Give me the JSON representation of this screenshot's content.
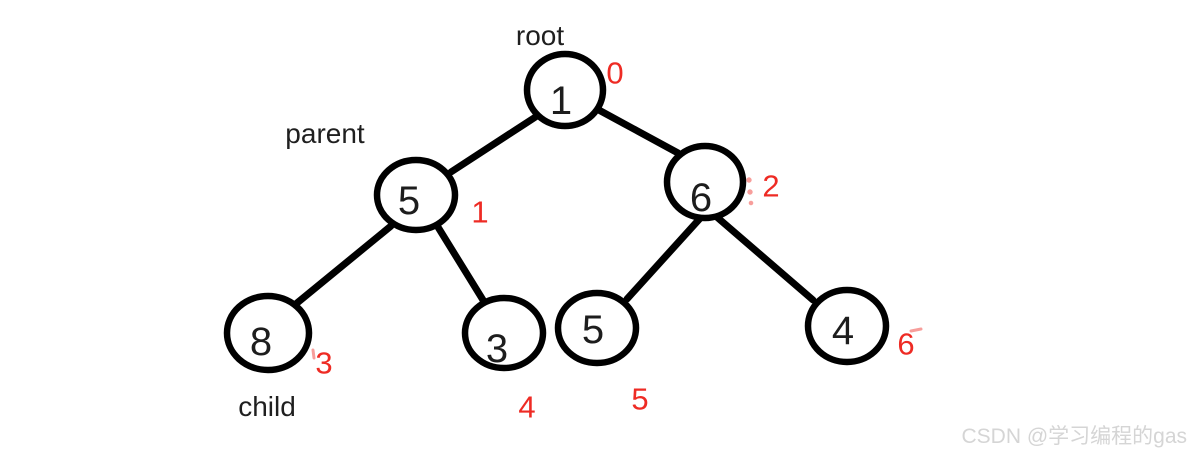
{
  "diagram": {
    "labels": {
      "root": "root",
      "parent": "parent",
      "child": "child"
    },
    "nodes": [
      {
        "value": "1",
        "index": "0",
        "role": "root"
      },
      {
        "value": "5",
        "index": "1",
        "role": "parent"
      },
      {
        "value": "6",
        "index": "2",
        "role": ""
      },
      {
        "value": "8",
        "index": "3",
        "role": "child"
      },
      {
        "value": "3",
        "index": "4",
        "role": ""
      },
      {
        "value": "5",
        "index": "5",
        "role": ""
      },
      {
        "value": "4",
        "index": "6",
        "role": ""
      }
    ],
    "edges": [
      [
        0,
        1
      ],
      [
        0,
        2
      ],
      [
        1,
        3
      ],
      [
        1,
        4
      ],
      [
        2,
        5
      ],
      [
        2,
        6
      ]
    ],
    "colors": {
      "node_stroke": "#000000",
      "index_text": "#ee2b24",
      "label_text": "#1f1f1f",
      "watermark_text": "#d5d5d5"
    },
    "watermark": "CSDN @学习编程的gas"
  }
}
